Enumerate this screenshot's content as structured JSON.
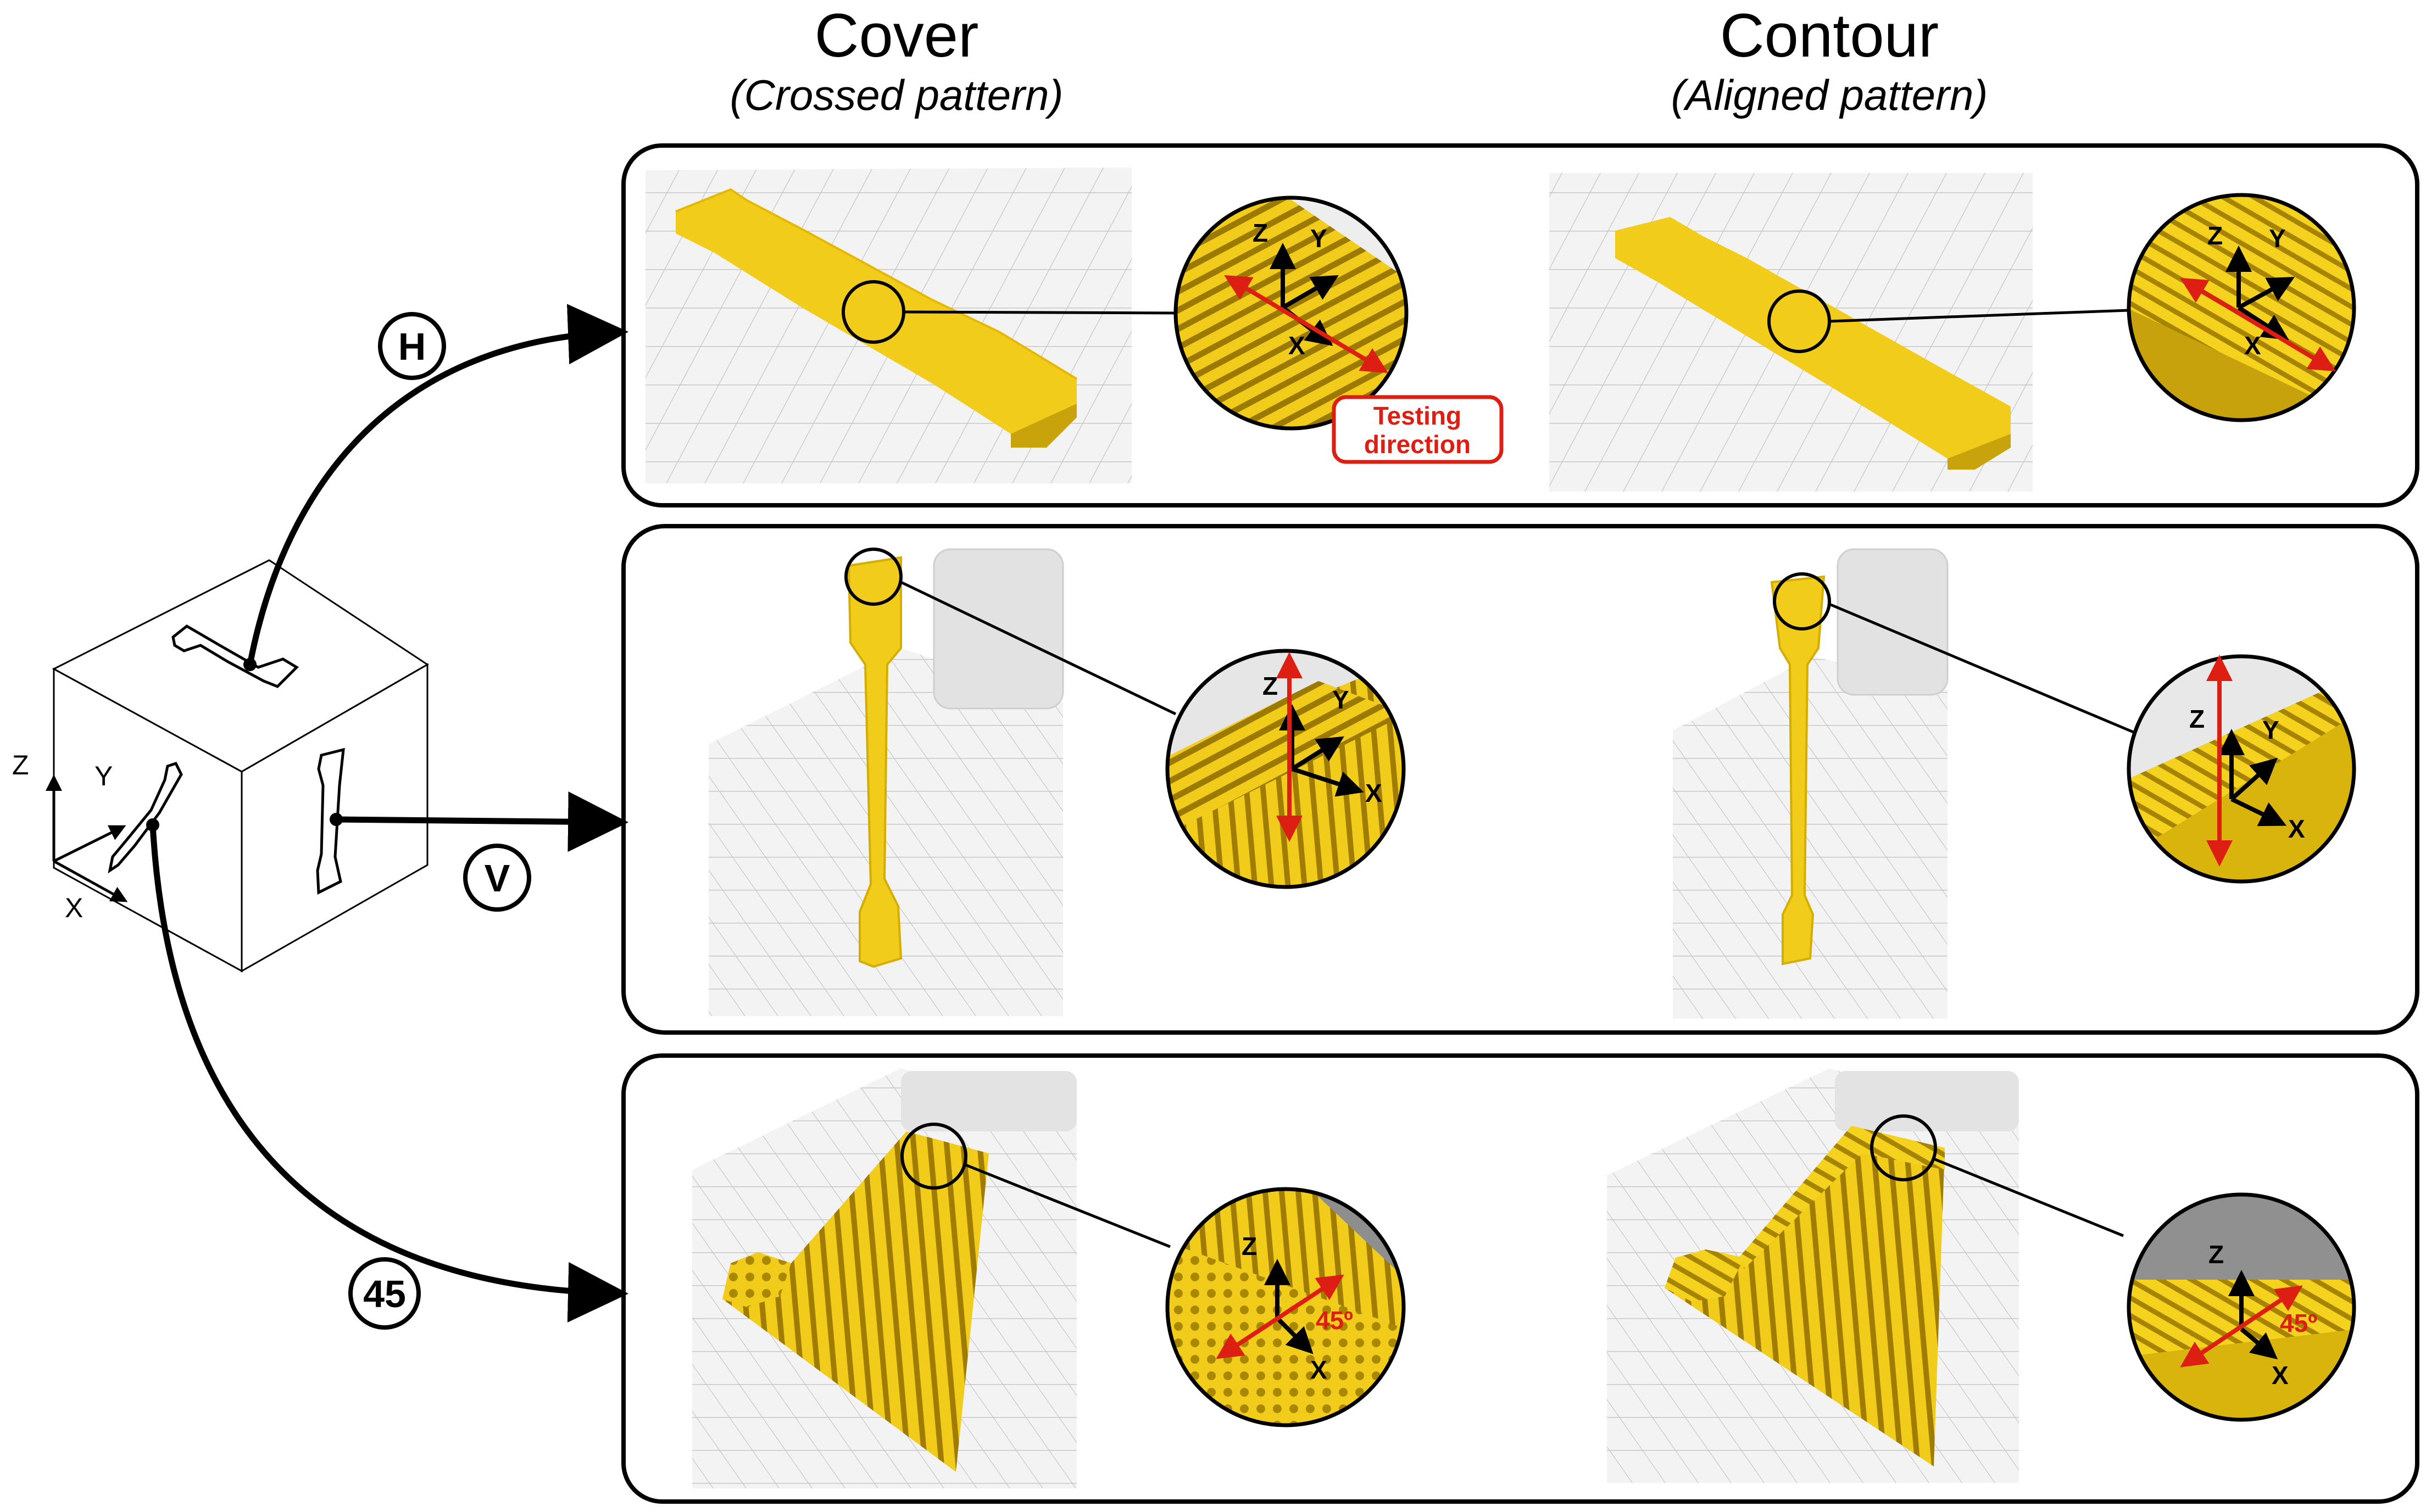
{
  "columns": [
    {
      "title": "Cover",
      "subtitle": "(Crossed pattern)"
    },
    {
      "title": "Contour",
      "subtitle": "(Aligned pattern)"
    }
  ],
  "orientations": [
    "H",
    "V",
    "45"
  ],
  "cube_axes": {
    "z": "Z",
    "y": "Y",
    "x": "X"
  },
  "zoom_axes": {
    "z": "Z",
    "y": "Y",
    "x": "X"
  },
  "testing_direction": {
    "line1": "Testing",
    "line2": "direction"
  },
  "angle_label": "45º",
  "colors": {
    "specimen": "#f2cc1a",
    "specimen_dark": "#c9a30c",
    "arrow": "#dd1e12",
    "outline": "#000000",
    "grid": "#c9c9c9",
    "plate": "#f1f1f1"
  }
}
